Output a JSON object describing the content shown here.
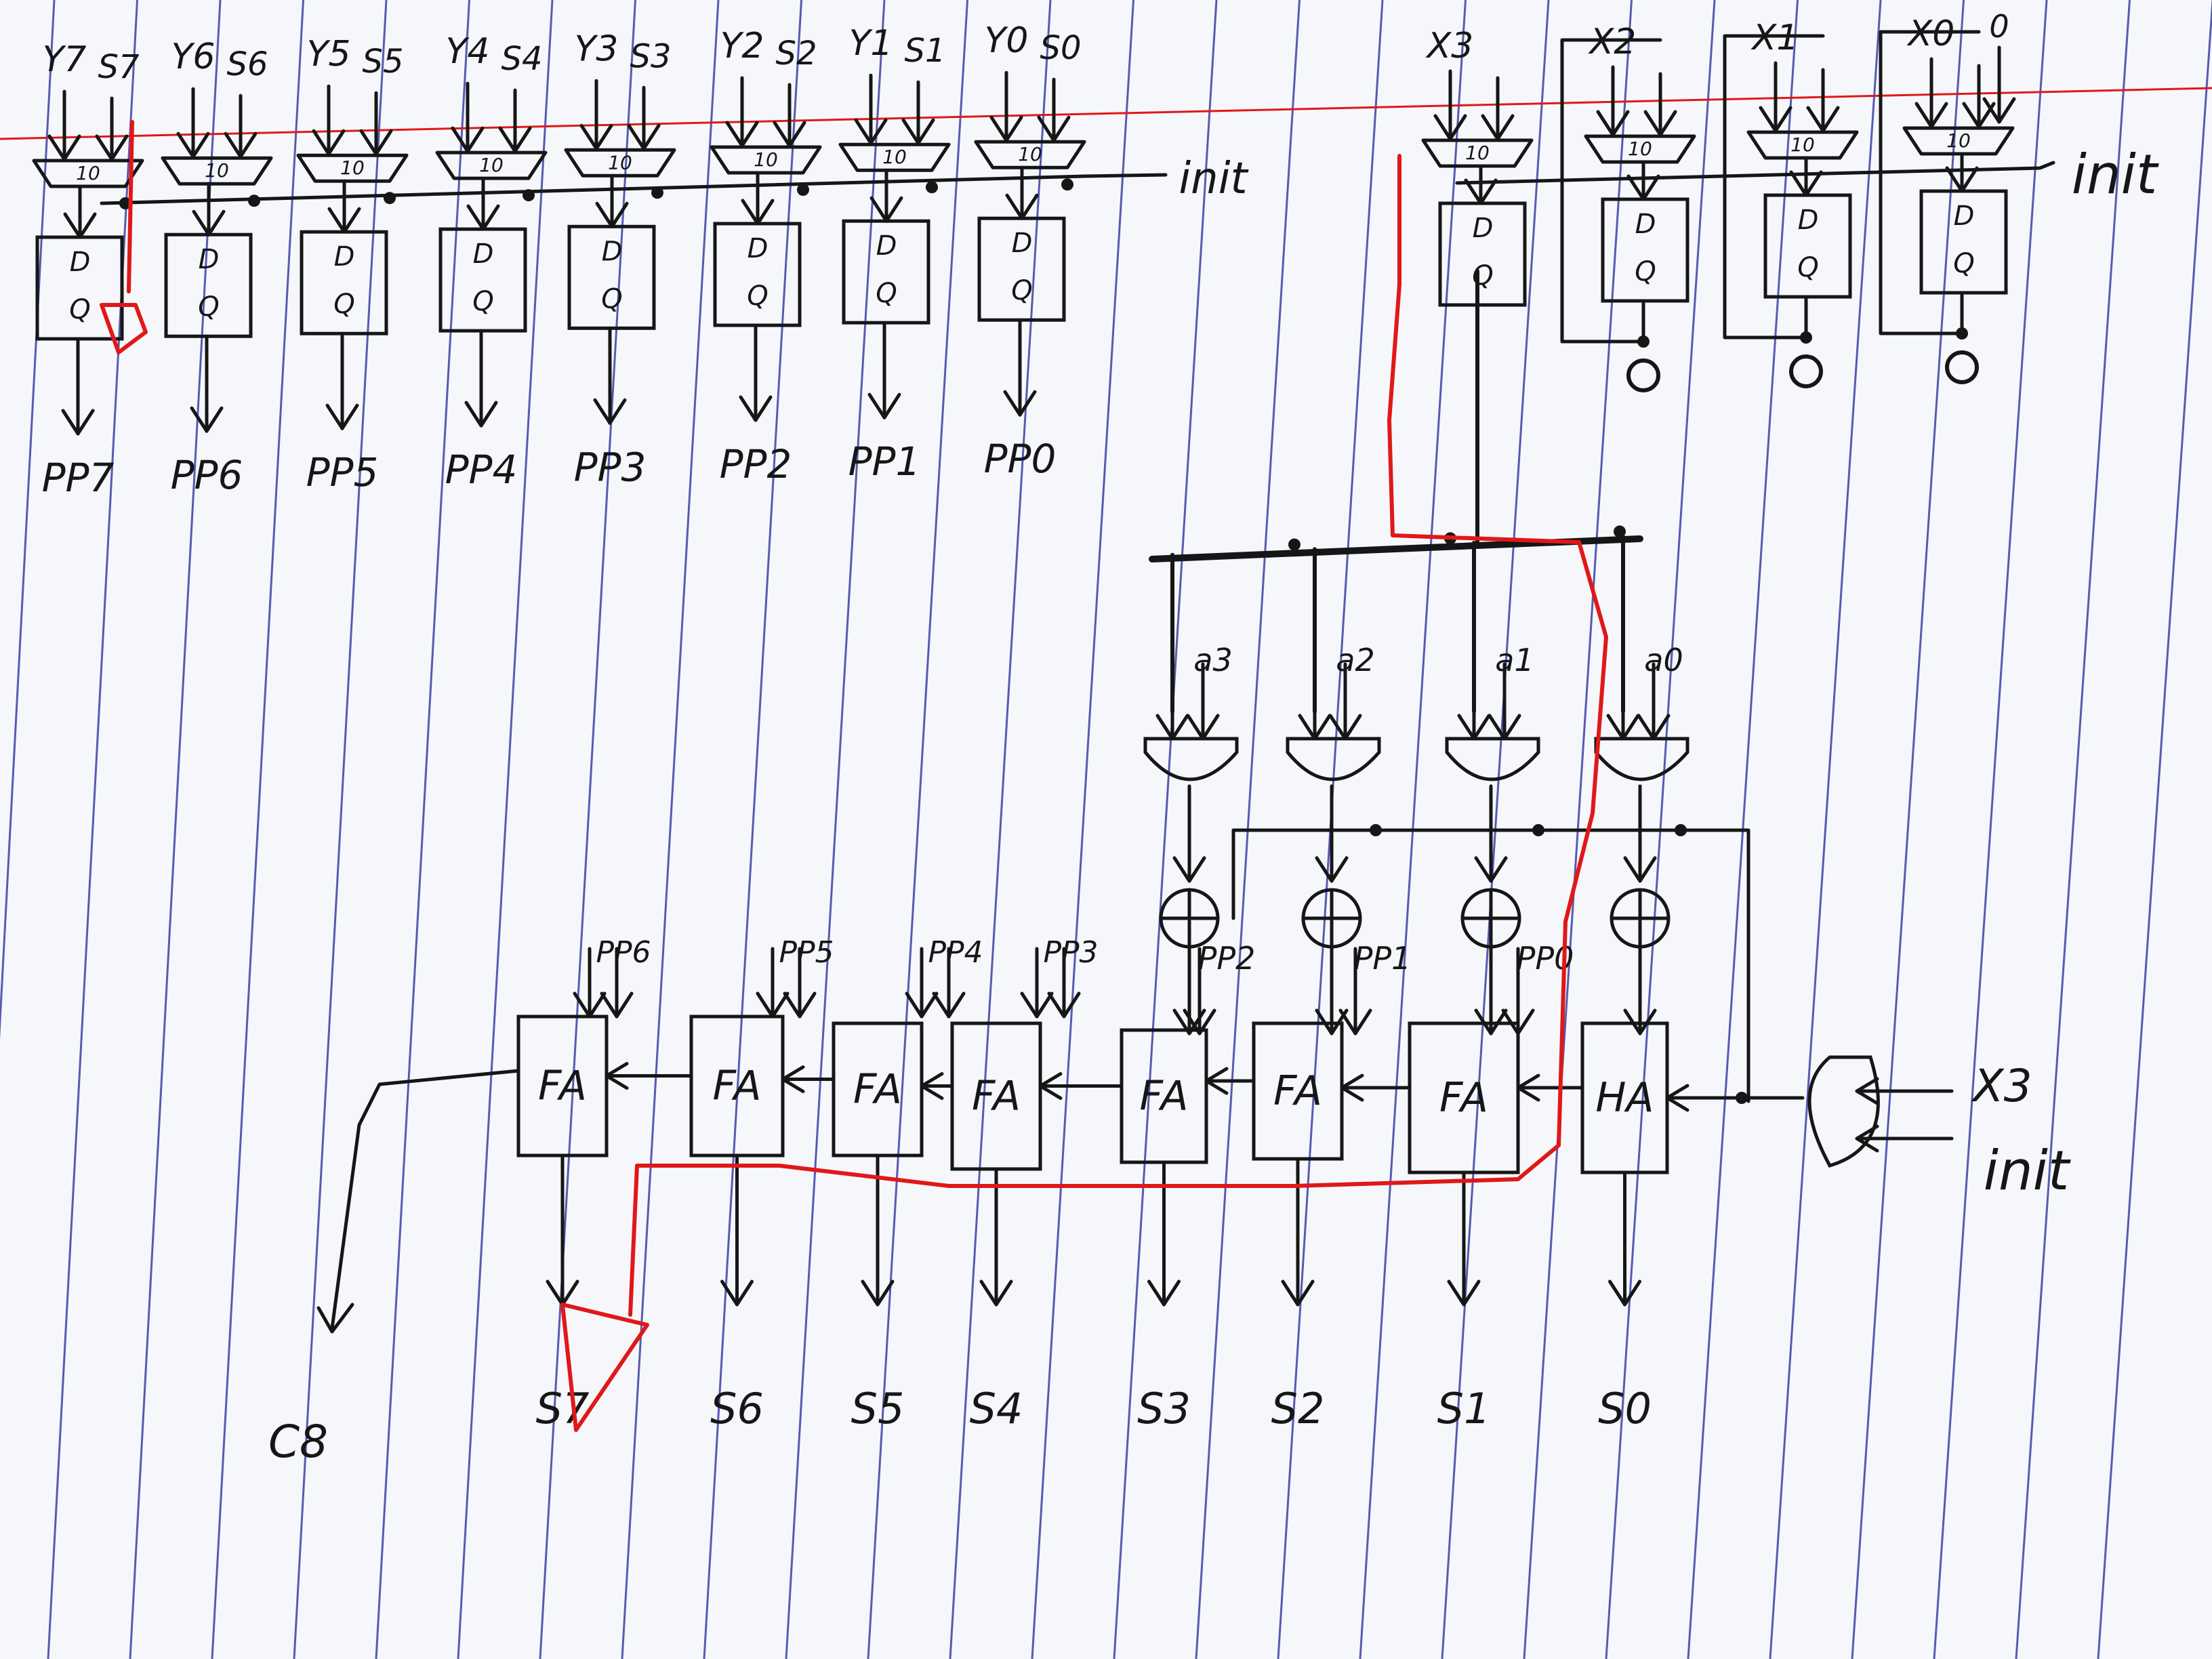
{
  "colors": {
    "paper": "#f5f7fb",
    "rule_line": "#3b3fa8",
    "ink": "#161616",
    "red_pen": "#e01818"
  },
  "top_left": {
    "mux_inputs": [
      {
        "y": "Y7",
        "s": "S7"
      },
      {
        "y": "Y6",
        "s": "S6"
      },
      {
        "y": "Y5",
        "s": "S5"
      },
      {
        "y": "Y4",
        "s": "S4"
      },
      {
        "y": "Y3",
        "s": "S3"
      },
      {
        "y": "Y2",
        "s": "S2"
      },
      {
        "y": "Y1",
        "s": "S1"
      },
      {
        "y": "Y0",
        "s": "S0"
      }
    ],
    "mux_label": "10",
    "init_label": "init",
    "register_d": "D",
    "register_q": "Q",
    "outputs": [
      "PP7",
      "PP6",
      "PP5",
      "PP4",
      "PP3",
      "PP2",
      "PP1",
      "PP0"
    ]
  },
  "top_right": {
    "inputs": [
      "X3",
      "X2",
      "X1",
      "X0"
    ],
    "extra_input": "0",
    "mux_label": "10",
    "init_label": "init",
    "register_d": "D",
    "register_q": "Q"
  },
  "middle": {
    "and_labels": [
      "a3",
      "a2",
      "a1",
      "a0"
    ],
    "pp_labels": [
      "PP2",
      "PP1",
      "PP0"
    ]
  },
  "adder_row": {
    "cells": [
      "FA",
      "FA",
      "FA",
      "FA",
      "FA",
      "FA",
      "FA",
      "HA"
    ],
    "pp_inputs": [
      "PP6",
      "PP5",
      "PP4",
      "PP3"
    ],
    "gate_inputs": [
      "X3",
      "init"
    ],
    "carry_out": "C8",
    "sums": [
      "S7",
      "S6",
      "S5",
      "S4",
      "S3",
      "S2",
      "S1",
      "S0"
    ]
  }
}
